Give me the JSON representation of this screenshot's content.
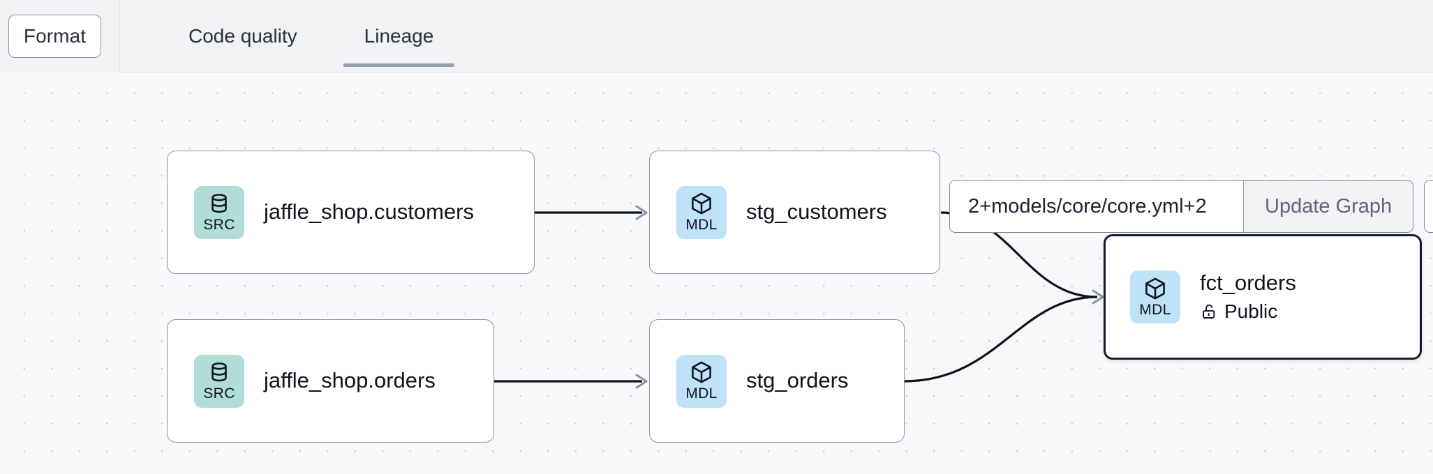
{
  "toolbar": {
    "format_label": "Format",
    "tabs": [
      {
        "label": "Code quality",
        "active": false
      },
      {
        "label": "Lineage",
        "active": true
      }
    ]
  },
  "graph_control": {
    "selector_value": "2+models/core/core.yml+2",
    "selector_placeholder": "",
    "update_button_label": "Update Graph"
  },
  "lineage": {
    "nodes": [
      {
        "id": "jaffle_shop_customers",
        "title": "jaffle_shop.customers",
        "badge": "SRC",
        "badge_icon": "database-icon",
        "badge_color": "#b2dcd8",
        "selected": false,
        "meta": null
      },
      {
        "id": "stg_customers",
        "title": "stg_customers",
        "badge": "MDL",
        "badge_icon": "cube-icon",
        "badge_color": "#bfe2f7",
        "selected": false,
        "meta": null
      },
      {
        "id": "jaffle_shop_orders",
        "title": "jaffle_shop.orders",
        "badge": "SRC",
        "badge_icon": "database-icon",
        "badge_color": "#b2dcd8",
        "selected": false,
        "meta": null
      },
      {
        "id": "stg_orders",
        "title": "stg_orders",
        "badge": "MDL",
        "badge_icon": "cube-icon",
        "badge_color": "#bfe2f7",
        "selected": false,
        "meta": null
      },
      {
        "id": "fct_orders",
        "title": "fct_orders",
        "badge": "MDL",
        "badge_icon": "cube-icon",
        "badge_color": "#bfe2f7",
        "selected": true,
        "meta": {
          "icon": "unlock-icon",
          "label": "Public"
        }
      }
    ],
    "edges": [
      {
        "from": "jaffle_shop_customers",
        "to": "stg_customers"
      },
      {
        "from": "jaffle_shop_orders",
        "to": "stg_orders"
      },
      {
        "from": "stg_customers",
        "to": "fct_orders"
      },
      {
        "from": "stg_orders",
        "to": "fct_orders"
      }
    ]
  },
  "colors": {
    "canvas_background": "#f7f8fa",
    "header_background": "#f1f2f4",
    "node_border": "#8d93a3",
    "node_border_selected": "#161b2b",
    "edge": "#0d1117",
    "tab_active_underline": "#9aa1ae",
    "grid_dot": "#c7ccd6"
  }
}
